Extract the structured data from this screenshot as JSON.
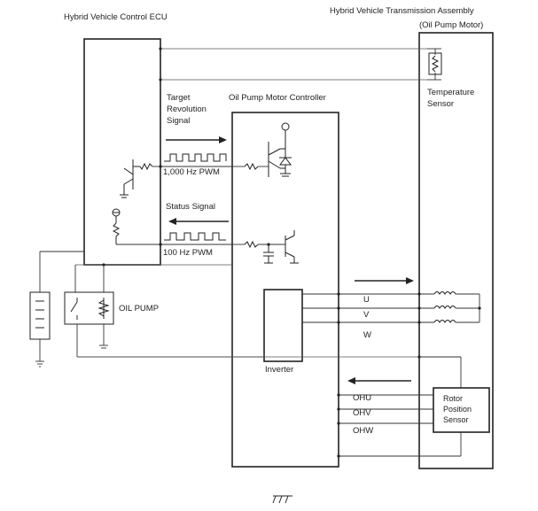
{
  "labels": {
    "ecu": "Hybrid Vehicle Control ECU",
    "transmission": "Hybrid Vehicle Transmission Assembly",
    "oil_pump_motor": "(Oil Pump Motor)",
    "controller": "Oil Pump Motor Controller",
    "target_line1": "Target",
    "target_line2": "Revolution",
    "target_line3": "Signal",
    "pwm_1000": "1,000 Hz PWM",
    "status_signal": "Status Signal",
    "pwm_100": "100 Hz PWM",
    "temp_line1": "Temperature",
    "temp_line2": "Sensor",
    "oil_pump_relay": "OIL PUMP",
    "phase_u": "U",
    "phase_v": "V",
    "phase_w": "W",
    "inverter": "Inverter",
    "ohu": "OHU",
    "ohv": "OHV",
    "ohw": "OHW",
    "rotor_line1": "Rotor",
    "rotor_line2": "Position",
    "rotor_line3": "Sensor"
  }
}
